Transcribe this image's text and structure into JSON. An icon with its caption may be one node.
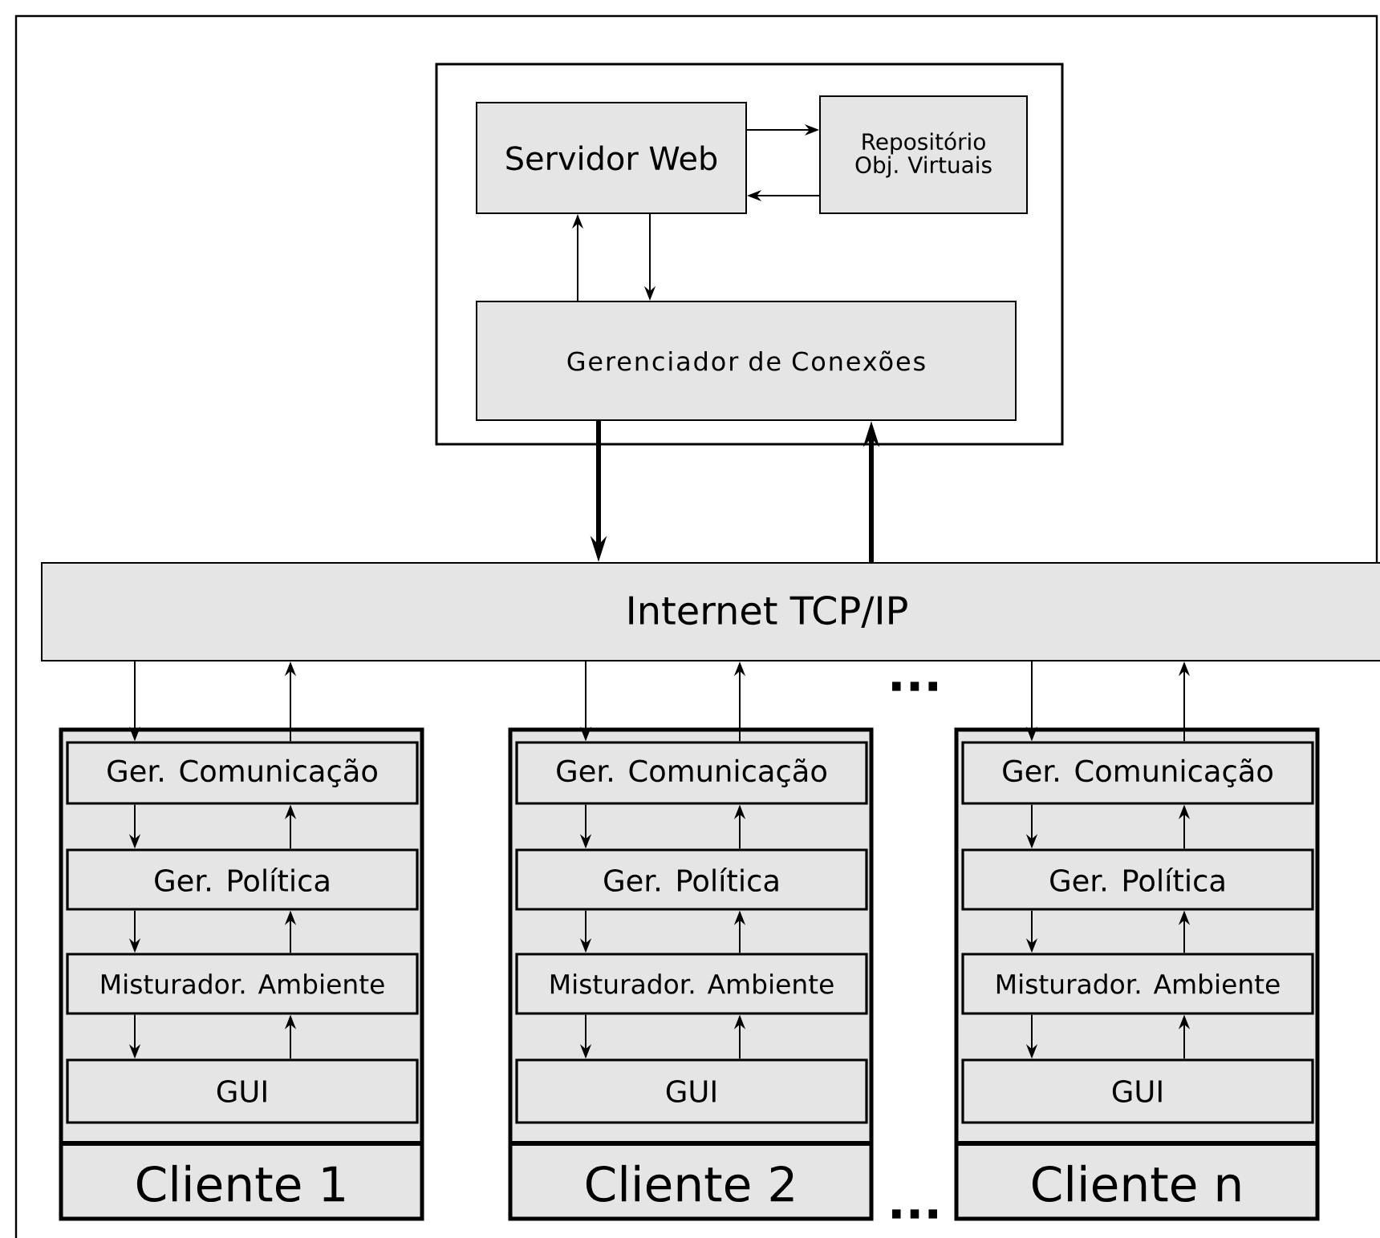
{
  "diagram": {
    "nodes": [
      {
        "text": [],
        "shape": "box"
      },
      {
        "text": [
          "Servidor Web"
        ],
        "in": 0
      },
      {
        "text": [
          "Repositório Obj. Virtuais"
        ],
        "in": 0
      },
      {
        "text": [
          "Gerenciador de Conexões"
        ],
        "in": 0
      },
      {
        "text": [
          "Internet TCP/IP"
        ]
      },
      {
        "text": [
          "Cliente 1"
        ]
      },
      {
        "text": [
          "Ger. Comunicação"
        ],
        "in": 5
      },
      {
        "text": [
          "Ger. Política"
        ],
        "in": 5
      },
      {
        "text": [
          "Misturador. Ambiente"
        ],
        "in": 5
      },
      {
        "text": [
          "GUI"
        ],
        "in": 5
      },
      {
        "text": [
          "Cliente 2"
        ]
      },
      {
        "text": [
          "Ger. Comunicação"
        ],
        "in": 10
      },
      {
        "text": [
          "Ger. Política"
        ],
        "in": 10
      },
      {
        "text": [
          "Misturador. Ambiente"
        ],
        "in": 10
      },
      {
        "text": [
          "GUI"
        ],
        "in": 10
      },
      {
        "text": [
          "Cliente n"
        ]
      },
      {
        "text": [
          "Ger. Comunicação"
        ],
        "in": 15
      },
      {
        "text": [
          "Ger. Política"
        ],
        "in": 15
      },
      {
        "text": [
          "Misturador. Ambiente"
        ],
        "in": 15
      },
      {
        "text": [
          "GUI"
        ],
        "in": 15
      }
    ],
    "edges": [
      {
        "from": 1,
        "to": 2,
        "arrow": "to"
      },
      {
        "from": 2,
        "to": 1,
        "arrow": "to"
      },
      {
        "from": 1,
        "to": 3,
        "arrow": "to"
      },
      {
        "from": 3,
        "to": 1,
        "arrow": "to"
      },
      {
        "from": 3,
        "to": 4,
        "arrow": "to",
        "style": "thick"
      },
      {
        "from": 4,
        "to": 3,
        "arrow": "to",
        "style": "thick"
      },
      {
        "from": 4,
        "to": 6,
        "arrow": "to"
      },
      {
        "from": 6,
        "to": 4,
        "arrow": "to"
      },
      {
        "from": 6,
        "to": 7,
        "arrow": "to"
      },
      {
        "from": 7,
        "to": 6,
        "arrow": "to"
      },
      {
        "from": 7,
        "to": 8,
        "arrow": "to"
      },
      {
        "from": 8,
        "to": 7,
        "arrow": "to"
      },
      {
        "from": 8,
        "to": 9,
        "arrow": "to"
      },
      {
        "from": 9,
        "to": 8,
        "arrow": "to"
      },
      {
        "from": 4,
        "to": 11,
        "arrow": "to"
      },
      {
        "from": 11,
        "to": 4,
        "arrow": "to"
      },
      {
        "from": 11,
        "to": 12,
        "arrow": "to"
      },
      {
        "from": 12,
        "to": 11,
        "arrow": "to"
      },
      {
        "from": 12,
        "to": 13,
        "arrow": "to"
      },
      {
        "from": 13,
        "to": 12,
        "arrow": "to"
      },
      {
        "from": 13,
        "to": 14,
        "arrow": "to"
      },
      {
        "from": 14,
        "to": 13,
        "arrow": "to"
      },
      {
        "from": 4,
        "to": 16,
        "arrow": "to"
      },
      {
        "from": 16,
        "to": 4,
        "arrow": "to"
      },
      {
        "from": 16,
        "to": 17,
        "arrow": "to"
      },
      {
        "from": 17,
        "to": 16,
        "arrow": "to"
      },
      {
        "from": 17,
        "to": 18,
        "arrow": "to"
      },
      {
        "from": 18,
        "to": 17,
        "arrow": "to"
      },
      {
        "from": 18,
        "to": 19,
        "arrow": "to"
      },
      {
        "from": 19,
        "to": 18,
        "arrow": "to"
      }
    ],
    "labels": [
      "...",
      "..."
    ]
  }
}
